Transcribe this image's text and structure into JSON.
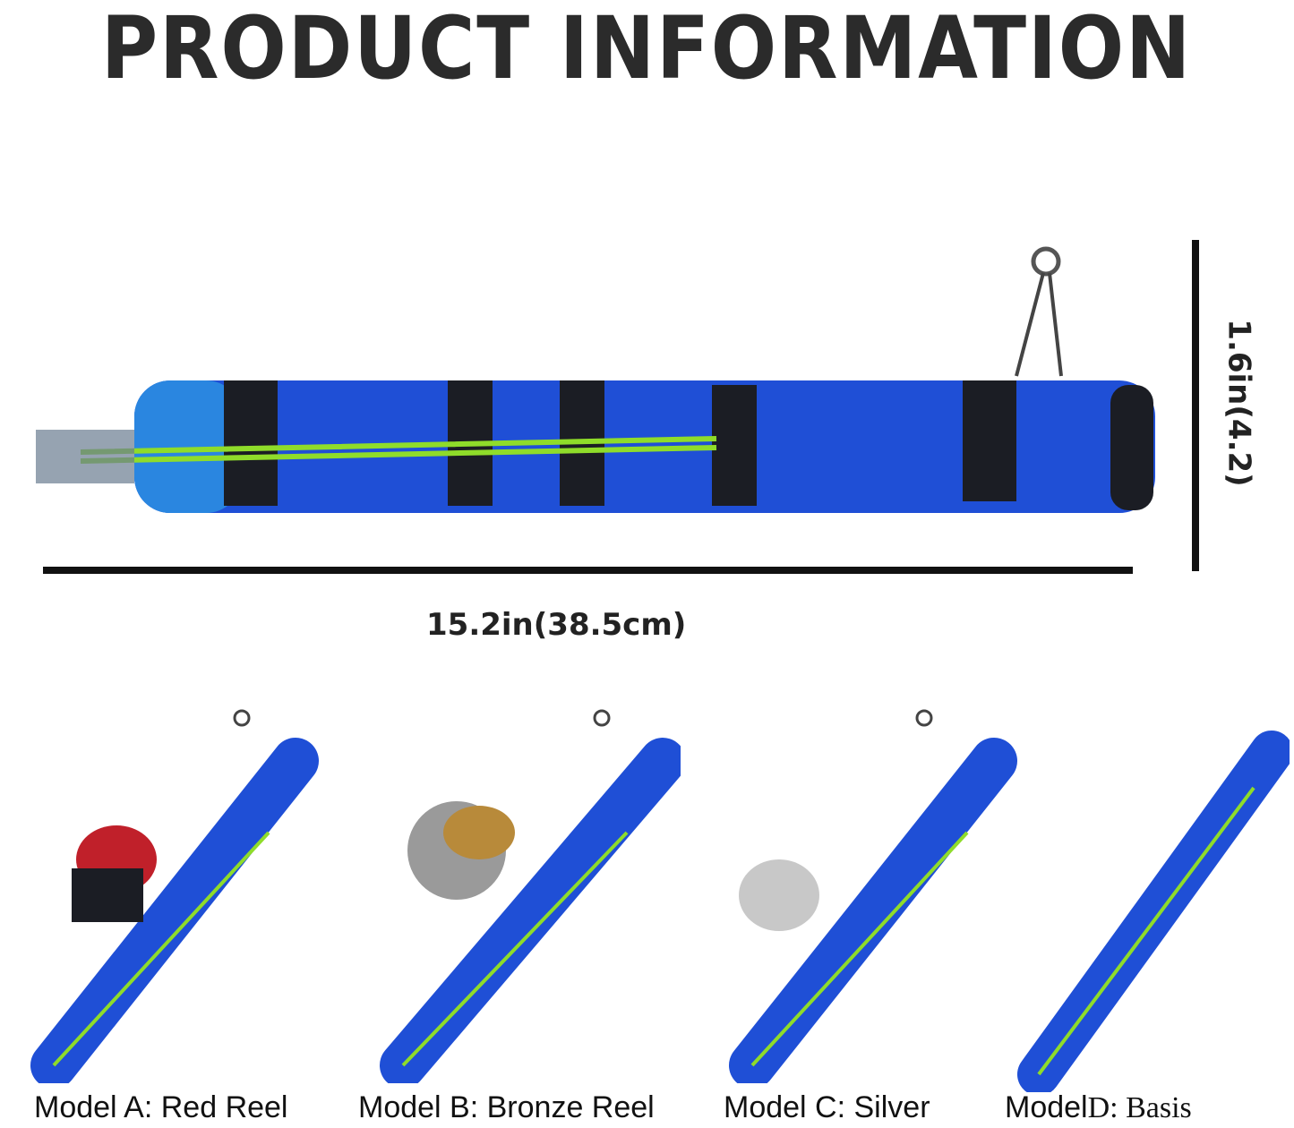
{
  "title": "PRODUCT INFORMATION",
  "dimensions": {
    "length": "15.2in(38.5cm)",
    "diameter": "1.6in(4.2)"
  },
  "models": [
    {
      "label": "Model A: Red Reel",
      "reel_color": "#c0202a"
    },
    {
      "label": "Model B: Bronze Reel",
      "reel_color": "#b88a3a"
    },
    {
      "label": "Model C: Silver",
      "reel_color": "#c8c8c8"
    },
    {
      "label": "Model",
      "label_suffix": "D: Basis",
      "reel_color": null
    }
  ],
  "colors": {
    "tube": "#1f4fd6",
    "cap": "#2a86e0",
    "band": "#1b1d24",
    "cord": "#8fdc2a"
  }
}
